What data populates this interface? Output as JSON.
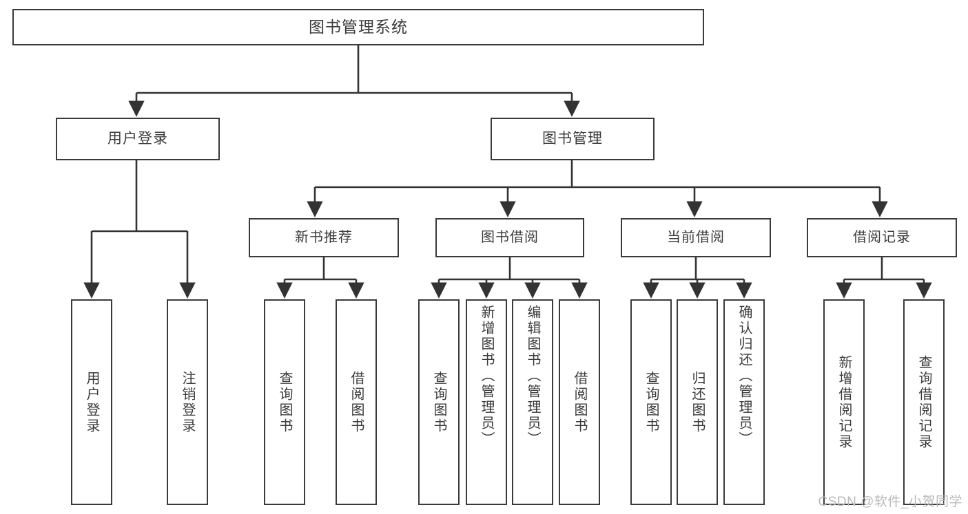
{
  "diagram": {
    "title": "图书管理系统",
    "type": "tree-hierarchy",
    "root": {
      "id": "root",
      "label": "图书管理系统"
    },
    "level1": [
      {
        "id": "user-login",
        "label": "用户登录"
      },
      {
        "id": "book-manage",
        "label": "图书管理"
      }
    ],
    "level2": [
      {
        "id": "new-book-rec",
        "label": "新书推荐",
        "parent": "book-manage"
      },
      {
        "id": "book-borrow",
        "label": "图书借阅",
        "parent": "book-manage"
      },
      {
        "id": "current-borrow",
        "label": "当前借阅",
        "parent": "book-manage"
      },
      {
        "id": "borrow-record",
        "label": "借阅记录",
        "parent": "book-manage"
      }
    ],
    "leaves": [
      {
        "id": "leaf-user-login",
        "label": "用户登录",
        "parent": "user-login"
      },
      {
        "id": "leaf-logout",
        "label": "注销登录",
        "parent": "user-login"
      },
      {
        "id": "leaf-query-book-1",
        "label": "查询图书",
        "parent": "new-book-rec"
      },
      {
        "id": "leaf-borrow-book-1",
        "label": "借阅图书",
        "parent": "new-book-rec"
      },
      {
        "id": "leaf-query-book-2",
        "label": "查询图书",
        "parent": "book-borrow"
      },
      {
        "id": "leaf-add-book",
        "label": "新增图书（管理员）",
        "parent": "book-borrow"
      },
      {
        "id": "leaf-edit-book",
        "label": "编辑图书（管理员）",
        "parent": "book-borrow"
      },
      {
        "id": "leaf-borrow-book-2",
        "label": "借阅图书",
        "parent": "book-borrow"
      },
      {
        "id": "leaf-query-book-3",
        "label": "查询图书",
        "parent": "current-borrow"
      },
      {
        "id": "leaf-return-book",
        "label": "归还图书",
        "parent": "current-borrow"
      },
      {
        "id": "leaf-confirm-return",
        "label": "确认归还（管理员）",
        "parent": "current-borrow"
      },
      {
        "id": "leaf-add-record",
        "label": "新增借阅记录",
        "parent": "borrow-record"
      },
      {
        "id": "leaf-query-record",
        "label": "查询借阅记录",
        "parent": "borrow-record"
      }
    ]
  },
  "watermark": {
    "text": "CSDN @软件_小贺同学"
  },
  "colors": {
    "box_border": "#3a3a3a",
    "text": "#3b3b3b",
    "connector": "#333333",
    "background": "#ffffff",
    "watermark": "#b9b9b9"
  }
}
